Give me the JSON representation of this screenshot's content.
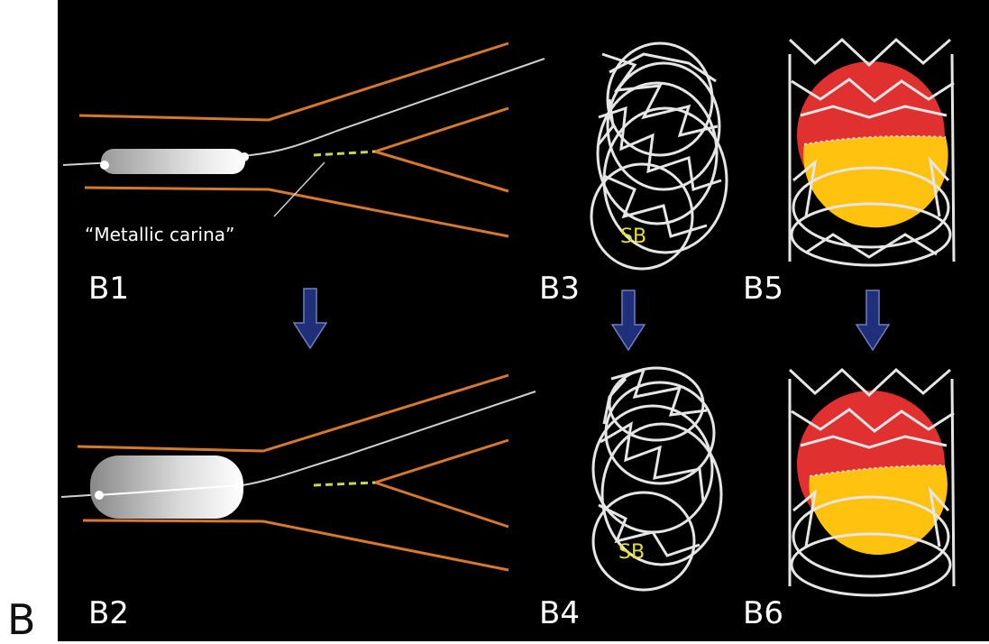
{
  "panel_letter": "B",
  "sub_labels": {
    "b1": "B1",
    "b2": "B2",
    "b3": "B3",
    "b4": "B4",
    "b5": "B5",
    "b6": "B6"
  },
  "annotation": "“Metallic carina”",
  "side_branch_labels": {
    "b3": "SB",
    "b4": "SB"
  },
  "colors": {
    "background": "#000000",
    "vessel_wall": "#d8782a",
    "stent_struts": "#e6e6e6",
    "arrow": "#1f2f7a",
    "carina": "#c8d84a",
    "red_area": "#e03030",
    "yellow_area": "#ffc20e",
    "sb_text": "#e8e030"
  }
}
